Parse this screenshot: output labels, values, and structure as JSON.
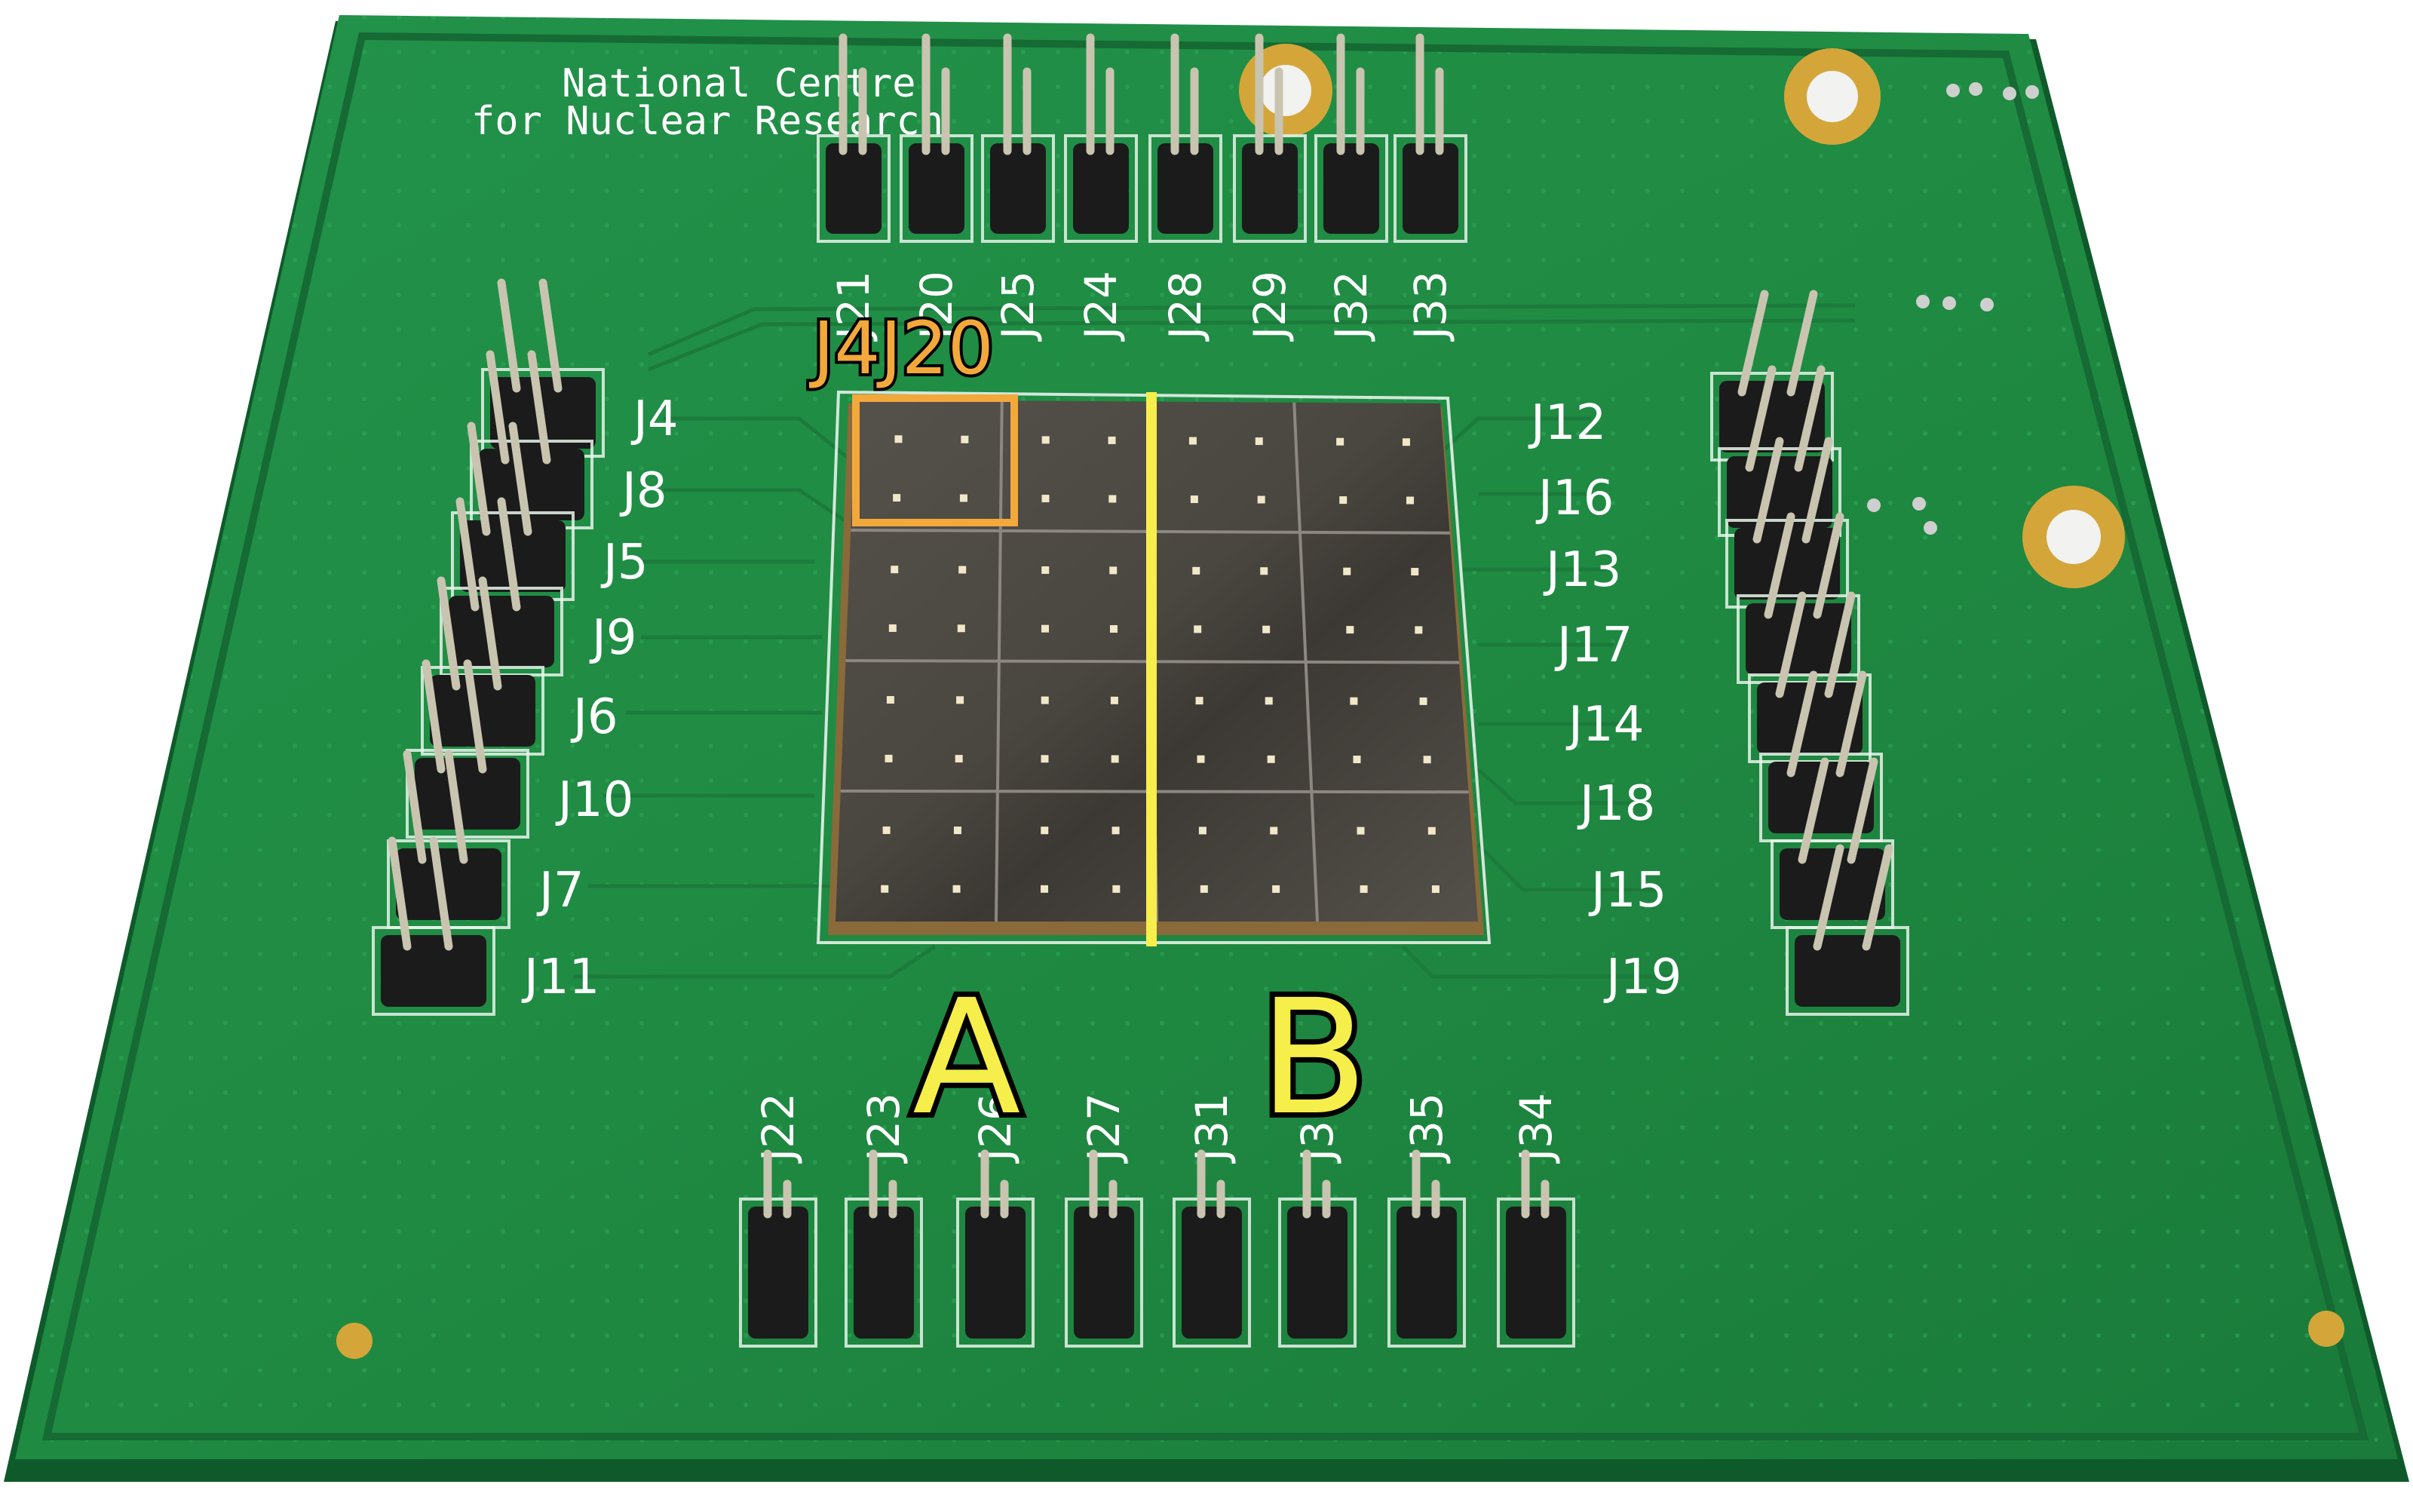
{
  "board": {
    "silkscreen_line1": "National Centre",
    "silkscreen_line2": "for Nuclear Research"
  },
  "connectors": {
    "top": [
      "J21",
      "J20",
      "J25",
      "J24",
      "J28",
      "J29",
      "J32",
      "J33"
    ],
    "bottom": [
      "J22",
      "J23",
      "J26",
      "J27",
      "J31",
      "J30",
      "J35",
      "J34"
    ],
    "left": [
      "J4",
      "J8",
      "J5",
      "J9",
      "J6",
      "J10",
      "J7",
      "J11"
    ],
    "right": [
      "J12",
      "J16",
      "J13",
      "J17",
      "J14",
      "J18",
      "J15",
      "J19"
    ]
  },
  "annotations": {
    "highlight_label": "J4J20",
    "side_a": "A",
    "side_b": "B",
    "highlight_color": "#f3a83c",
    "divider_color": "#f6ee4a"
  },
  "colors": {
    "pcb": "#1f8a42",
    "pcb_edge": "#167035",
    "sensor": "#4d4a45",
    "pad": "#d4a63a"
  }
}
